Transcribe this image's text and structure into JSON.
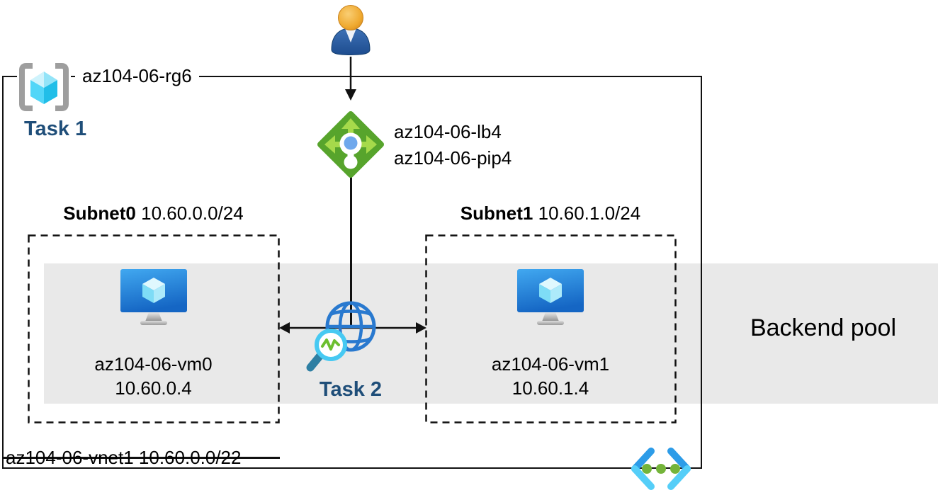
{
  "resource_group": {
    "name": "az104-06-rg6",
    "task_label": "Task 1"
  },
  "load_balancer": {
    "name": "az104-06-lb4",
    "public_ip": "az104-06-pip4"
  },
  "subnets": [
    {
      "name": "Subnet0",
      "cidr": "10.60.0.0/24",
      "vm_name": "az104-06-vm0",
      "vm_ip": "10.60.0.4"
    },
    {
      "name": "Subnet1",
      "cidr": "10.60.1.0/24",
      "vm_name": "az104-06-vm1",
      "vm_ip": "10.60.1.4"
    }
  ],
  "probe": {
    "task_label": "Task 2"
  },
  "backend_pool_label": "Backend pool",
  "vnet_label": "az104-06-vnet1 10.60.0.0/22",
  "icons": {
    "user": "user-icon",
    "resource_group": "resource-group-brackets-cube-icon",
    "load_balancer": "load-balancer-diamond-icon",
    "virtual_machine": "vm-monitor-cube-icon",
    "health_probe": "globe-magnifier-probe-icon",
    "virtual_network": "vnet-chevrons-dots-icon"
  },
  "colors": {
    "task_text": "#1F4E79",
    "backend_band": "#E9E9E9",
    "lb_diamond_green": "#57A42C",
    "lb_arrow_green": "#A6DA4B",
    "lb_dot_blue": "#6FA8EC",
    "vm_monitor_blue": "#1566C4",
    "cube_cyan": "#52D6F8",
    "globe_blue": "#2979CF",
    "magnifier_ring_cyan": "#47C9F2",
    "probe_zigzag_green": "#6CBF2F",
    "vnet_chevron_blue": "#2D9CE8",
    "vnet_chevron_cyan": "#55CEF8",
    "vnet_dot_green": "#74B43A",
    "bracket_gray": "#9E9E9E",
    "user_head_orange": "#EFA92F",
    "user_body_blue": "#2B5FA3",
    "line_black": "#111111"
  }
}
